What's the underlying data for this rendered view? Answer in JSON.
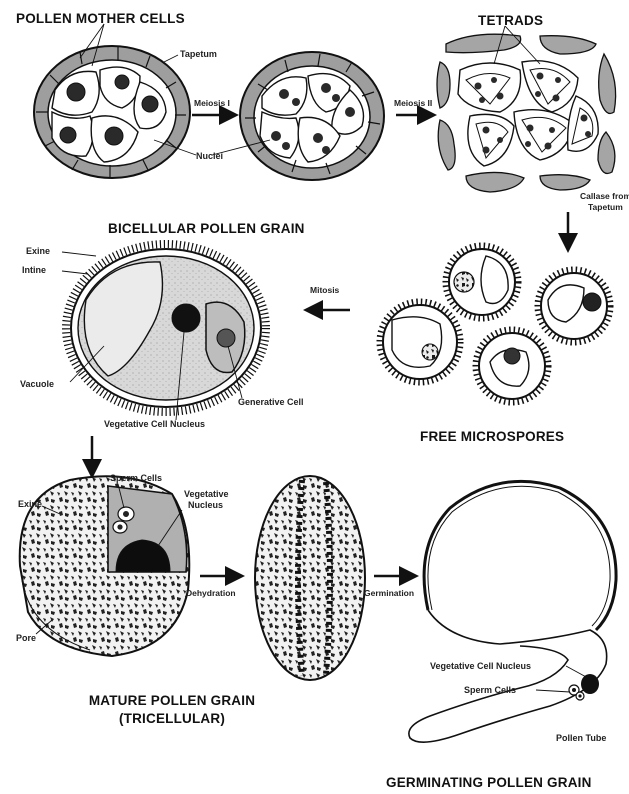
{
  "headings": {
    "pollen_mother_cells": "POLLEN MOTHER CELLS",
    "tetrads": "TETRADS",
    "bicellular": "BICELLULAR POLLEN GRAIN",
    "free_microspores": "FREE MICROSPORES",
    "mature_line1": "MATURE POLLEN GRAIN",
    "mature_line2": "(TRICELLULAR)",
    "germinating": "GERMINATING POLLEN GRAIN"
  },
  "labels": {
    "tapetum": "Tapetum",
    "nuclei": "Nuclei",
    "callase_line1": "Callase from",
    "callase_line2": "Tapetum",
    "exine": "Exine",
    "intine": "Intine",
    "vacuole": "Vacuole",
    "generative_cell": "Generative Cell",
    "vegetative_cell_nucleus": "Vegetative Cell Nucleus",
    "sperm_cells": "Sperm Cells",
    "mature_exine": "Exine",
    "vegetative_nucleus_line1": "Vegetative",
    "vegetative_nucleus_line2": "Nucleus",
    "pore": "Pore",
    "germ_vegetative_cell_nucleus": "Vegetative Cell Nucleus",
    "germ_sperm_cells": "Sperm Cells",
    "pollen_tube": "Pollen Tube"
  },
  "arrows": {
    "meiosis_1": "Meiosis I",
    "meiosis_2": "Meiosis II",
    "mitosis": "Mitosis",
    "dehydration": "Dehydration",
    "germination": "Germination"
  },
  "colors": {
    "ink": "#111111",
    "tapetum_fill": "#a9a9a9",
    "cell_fill": "#ffffff",
    "nucleus_fill": "#2a2a2a",
    "grain_fill": "#d6d6d6",
    "cytoplasm_fill": "#c8c8c8"
  }
}
